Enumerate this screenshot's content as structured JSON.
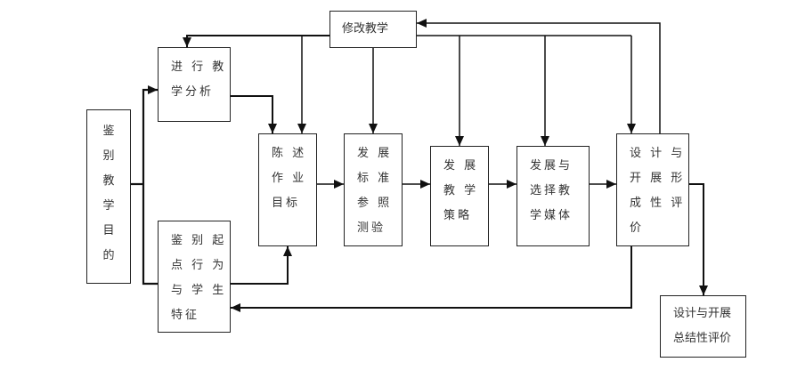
{
  "diagram": {
    "title": "",
    "nodes": {
      "goal": {
        "label": "鉴别教学目的",
        "lines": [
          "鉴",
          "别",
          "教",
          "学",
          "目",
          "的"
        ]
      },
      "analysis": {
        "label": "进行教学分析",
        "lines": [
          "进 行 教",
          "学分析"
        ]
      },
      "entry": {
        "label": "鉴别起点行为与学生特征",
        "lines": [
          "鉴 别 起",
          "点 行 为",
          "与 学 生",
          "特征"
        ]
      },
      "objectives": {
        "label": "陈述作业目标",
        "lines": [
          "陈 述",
          "作 业",
          "目标"
        ]
      },
      "tests": {
        "label": "发展标准参照测验",
        "lines": [
          "发 展",
          "标 准",
          "参 照",
          "测验"
        ]
      },
      "strategy": {
        "label": "发展教学策略",
        "lines": [
          "发 展",
          "教 学",
          "策略"
        ]
      },
      "media": {
        "label": "发展与选择教学媒体",
        "lines": [
          "发展与",
          "选择教",
          "学媒体"
        ]
      },
      "formative": {
        "label": "设计与开展形成性评价",
        "lines": [
          "设 计 与",
          "开 展 形",
          "成 性 评",
          "价"
        ]
      },
      "revise": {
        "label": "修改教学",
        "lines": [
          "修改教学"
        ]
      },
      "summative": {
        "label": "设计与开展总结性评价",
        "lines": [
          "设计与开展",
          "总结性评价"
        ]
      }
    },
    "edges": [
      {
        "from": "goal",
        "to": "analysis"
      },
      {
        "from": "goal",
        "to": "entry"
      },
      {
        "from": "analysis",
        "to": "objectives"
      },
      {
        "from": "entry",
        "to": "objectives"
      },
      {
        "from": "objectives",
        "to": "tests"
      },
      {
        "from": "tests",
        "to": "strategy"
      },
      {
        "from": "strategy",
        "to": "media"
      },
      {
        "from": "media",
        "to": "formative"
      },
      {
        "from": "formative",
        "to": "revise"
      },
      {
        "from": "formative",
        "to": "summative"
      },
      {
        "from": "formative",
        "to": "entry"
      },
      {
        "from": "revise",
        "to": "analysis"
      },
      {
        "from": "revise",
        "to": "objectives"
      },
      {
        "from": "revise",
        "to": "tests"
      },
      {
        "from": "revise",
        "to": "strategy"
      },
      {
        "from": "revise",
        "to": "media"
      },
      {
        "from": "revise",
        "to": "formative"
      }
    ]
  }
}
